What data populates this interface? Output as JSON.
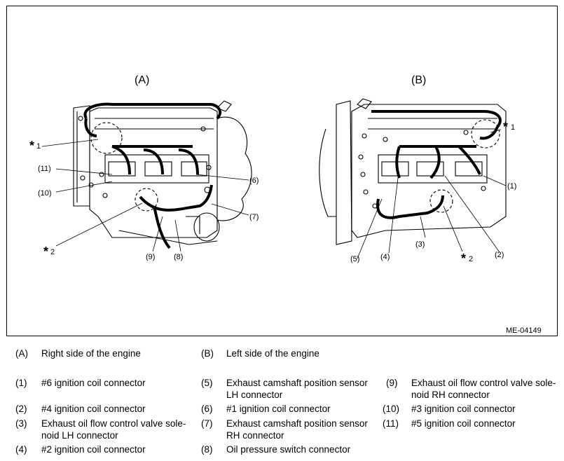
{
  "figure": {
    "panel_a": "(A)",
    "panel_b": "(B)",
    "figure_code": "ME-04149",
    "star1": "1",
    "star2": "2",
    "callouts": {
      "c1": "(1)",
      "c2": "(2)",
      "c3": "(3)",
      "c4": "(4)",
      "c5": "(5)",
      "c6": "(6)",
      "c7": "(7)",
      "c8": "(8)",
      "c9": "(9)",
      "c10": "(10)",
      "c11": "(11)"
    }
  },
  "legend": [
    {
      "code": "(A)",
      "text": "Right side of the engine"
    },
    {
      "code": "(B)",
      "text": "Left side of the engine"
    },
    {
      "code": "(1)",
      "text": "#6 ignition coil connector"
    },
    {
      "code": "(2)",
      "text": "#4 ignition coil connector"
    },
    {
      "code": "(3)",
      "text": "Exhaust oil flow control valve sole-",
      "text2": "noid LH connector"
    },
    {
      "code": "(4)",
      "text": "#2 ignition coil connector"
    },
    {
      "code": "(5)",
      "text": "Exhaust camshaft position sensor",
      "text2": "LH connector"
    },
    {
      "code": "(6)",
      "text": "#1 ignition coil connector"
    },
    {
      "code": "(7)",
      "text": "Exhaust camshaft position sensor",
      "text2": "RH connector"
    },
    {
      "code": "(8)",
      "text": "Oil pressure switch connector"
    },
    {
      "code": "(9)",
      "text": "Exhaust oil flow control valve sole-",
      "text2": "noid RH connector"
    },
    {
      "code": "(10)",
      "text": "#3 ignition coil connector"
    },
    {
      "code": "(11)",
      "text": "#5 ignition coil connector"
    }
  ]
}
